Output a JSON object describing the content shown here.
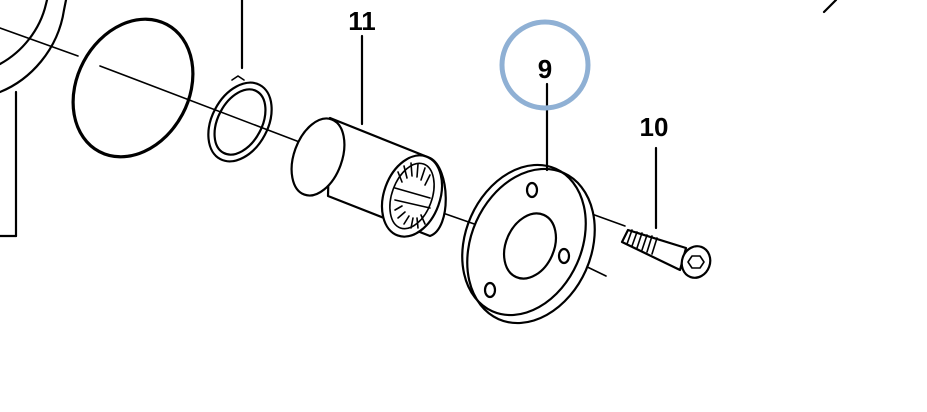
{
  "callouts": {
    "part_11": "11",
    "part_9": "9",
    "part_10": "10"
  },
  "colors": {
    "highlight_circle": "#8fb0d4",
    "line": "#000000",
    "background": "#ffffff"
  }
}
